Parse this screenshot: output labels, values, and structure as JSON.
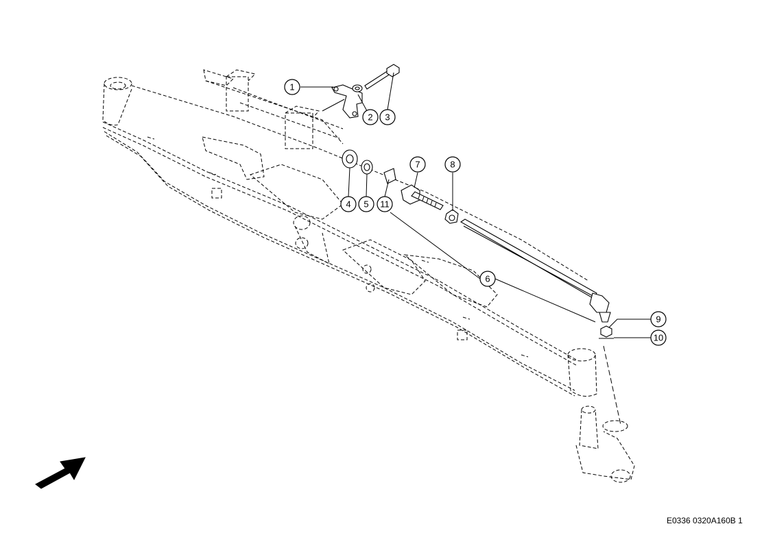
{
  "callouts": [
    {
      "label": "1"
    },
    {
      "label": "2"
    },
    {
      "label": "3"
    },
    {
      "label": "4"
    },
    {
      "label": "5"
    },
    {
      "label": "11"
    },
    {
      "label": "7"
    },
    {
      "label": "8"
    },
    {
      "label": "6"
    },
    {
      "label": "9"
    },
    {
      "label": "10"
    }
  ],
  "reference_code": "E0336 0320A160B 1",
  "colors": {
    "ink": "#000000",
    "paper": "#ffffff"
  },
  "icons": {
    "direction": "arrow-icon"
  }
}
